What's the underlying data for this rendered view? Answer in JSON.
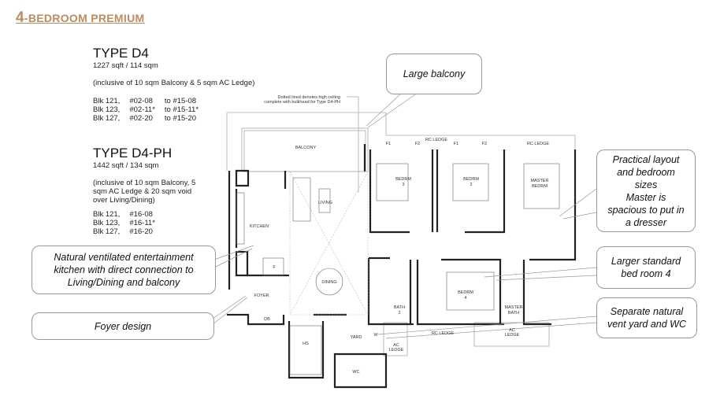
{
  "title": {
    "number": "4",
    "text": "-BEDROOM  PREMIUM"
  },
  "types": [
    {
      "name": "TYPE D4",
      "area": "1227 sqft / 114 sqm",
      "note": "(inclusive of 10 sqm Balcony & 5 sqm AC Ledge)",
      "units": [
        {
          "blk": "Blk 121,",
          "from": "#02-08",
          "to": "to #15-08"
        },
        {
          "blk": "Blk 123,",
          "from": "#02-11*",
          "to": "to #15-11*"
        },
        {
          "blk": "Blk 127,",
          "from": "#02-20",
          "to": "to #15-20"
        }
      ]
    },
    {
      "name": "TYPE D4-PH",
      "area": "1442 sqft / 134 sqm",
      "note_lines": [
        "(inclusive of 10 sqm Balcony, 5",
        "sqm AC Ledge & 20 sqm void",
        "over Living/Dining)"
      ],
      "units": [
        {
          "blk": "Blk 121,",
          "from": "#16-08"
        },
        {
          "blk": "Blk 123,",
          "from": "#16-11*"
        },
        {
          "blk": "Blk 127,",
          "from": "#16-20"
        }
      ]
    }
  ],
  "plan": {
    "note_lines": [
      "Dotted lined denotes high ceiling",
      "complete with bulkhead for Type D4-PH"
    ],
    "rooms": {
      "balcony": "BALCONY",
      "living": "LIVING",
      "kitchen": "KITCHEN",
      "fridge": "F",
      "dining": "DINING",
      "foyer": "FOYER",
      "db": "DB",
      "hs": "HS",
      "yard": "YARD",
      "washer": "W",
      "wc": "WC",
      "rc_ledge": "RC LEDGE",
      "ac_ledge_1": "AC",
      "ac_ledge_2": "LEDGE",
      "bedrm3_a": "BEDRM",
      "bedrm3_b": "3",
      "bedrm2_a": "BEDRM",
      "bedrm2_b": "2",
      "master_a": "MASTER",
      "master_b": "BEDRM",
      "bedrm4_a": "BEDRM",
      "bedrm4_b": "4",
      "bath2_a": "BATH",
      "bath2_b": "2",
      "mbath_a": "MASTER",
      "mbath_b": "BATH",
      "f1": "F1",
      "f2": "F2"
    }
  },
  "callouts": {
    "balcony": "Large balcony",
    "layout": [
      "Practical layout",
      "and bedroom",
      "sizes",
      "Master is",
      "spacious to put in",
      "a dresser"
    ],
    "bed4": [
      "Larger standard",
      "bed room 4"
    ],
    "yard": [
      "Separate natural",
      "vent yard and WC"
    ],
    "kitchen": [
      "Natural ventilated entertainment",
      "kitchen with direct connection to",
      "Living/Dining and balcony"
    ],
    "foyer": "Foyer design"
  },
  "colors": {
    "title": "#c08a5e",
    "wall": "#222222",
    "line": "#999999"
  }
}
